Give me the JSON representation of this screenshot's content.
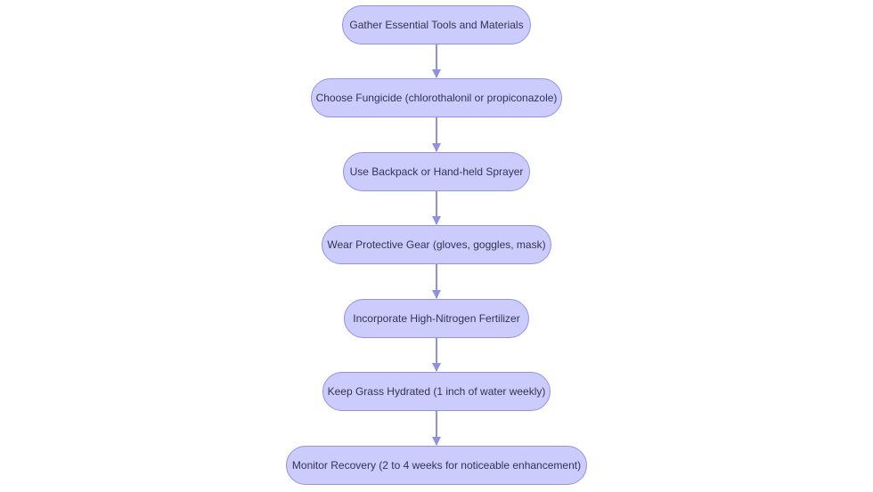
{
  "flowchart": {
    "nodes": [
      {
        "id": "n1",
        "label": "Gather Essential Tools and Materials"
      },
      {
        "id": "n2",
        "label": "Choose Fungicide (chlorothalonil or propiconazole)"
      },
      {
        "id": "n3",
        "label": "Use Backpack or Hand-held Sprayer"
      },
      {
        "id": "n4",
        "label": "Wear Protective Gear (gloves, goggles, mask)"
      },
      {
        "id": "n5",
        "label": "Incorporate High-Nitrogen Fertilizer"
      },
      {
        "id": "n6",
        "label": "Keep Grass Hydrated (1 inch of water weekly)"
      },
      {
        "id": "n7",
        "label": "Monitor Recovery (2 to 4 weeks for noticeable enhancement)"
      }
    ],
    "edges": [
      {
        "from": "n1",
        "to": "n2"
      },
      {
        "from": "n2",
        "to": "n3"
      },
      {
        "from": "n3",
        "to": "n4"
      },
      {
        "from": "n4",
        "to": "n5"
      },
      {
        "from": "n5",
        "to": "n6"
      },
      {
        "from": "n6",
        "to": "n7"
      }
    ]
  },
  "colors": {
    "node_fill": "#cbccfb",
    "node_border": "#9292e6",
    "node_text": "#333355",
    "arrow": "#9090e3"
  }
}
